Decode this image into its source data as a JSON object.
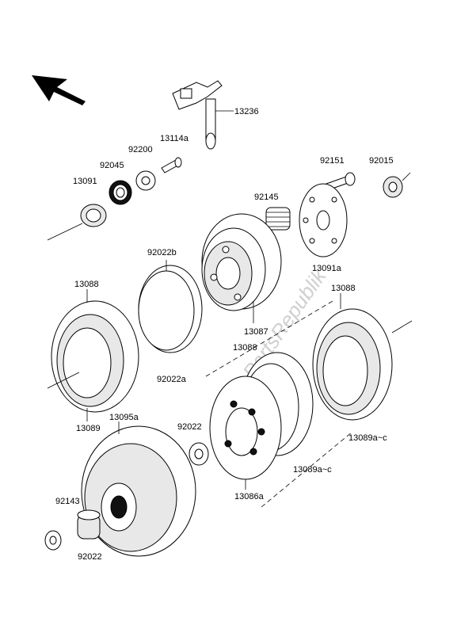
{
  "watermark": "PartsRepublik",
  "labels": {
    "l13236": "13236",
    "l13114a": "13114a",
    "l92200": "92200",
    "l92045": "92045",
    "l13091": "13091",
    "l92151": "92151",
    "l92015": "92015",
    "l92145": "92145",
    "l13091a": "13091a",
    "l92022b": "92022b",
    "l13088_left": "13088",
    "l13087": "13087",
    "l13088_right": "13088",
    "l13088_mid": "13088",
    "l92022a": "92022a",
    "l13089": "13089",
    "l13095a": "13095a",
    "l92022_mid": "92022",
    "l13089ac_right": "13089a~c",
    "l13089ac_mid": "13089a~c",
    "l13086a": "13086a",
    "l92143": "92143",
    "l92022_bottom": "92022"
  }
}
